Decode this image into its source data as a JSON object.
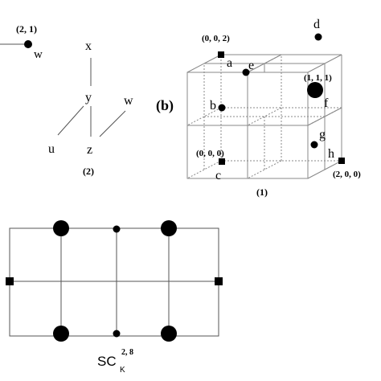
{
  "panel_2": {
    "coord": "(2, 1)",
    "point_w": "w",
    "x": "x",
    "y": "y",
    "w": "w",
    "u": "u",
    "z": "z",
    "caption": "(2)"
  },
  "panel_b": {
    "tag": "(b)",
    "coord_002": "(0, 0, 2)",
    "coord_111": "(1, 1, 1)",
    "coord_000": "(0, 0, 0)",
    "coord_200": "(2, 0, 0)",
    "a": "a",
    "b": "b",
    "c": "c",
    "d": "d",
    "e": "e",
    "f": "f",
    "g": "g",
    "h": "h",
    "caption": "(1)"
  },
  "panel_sc": {
    "label_main": "SC",
    "label_sub": "K",
    "label_sup": "2, 8"
  }
}
